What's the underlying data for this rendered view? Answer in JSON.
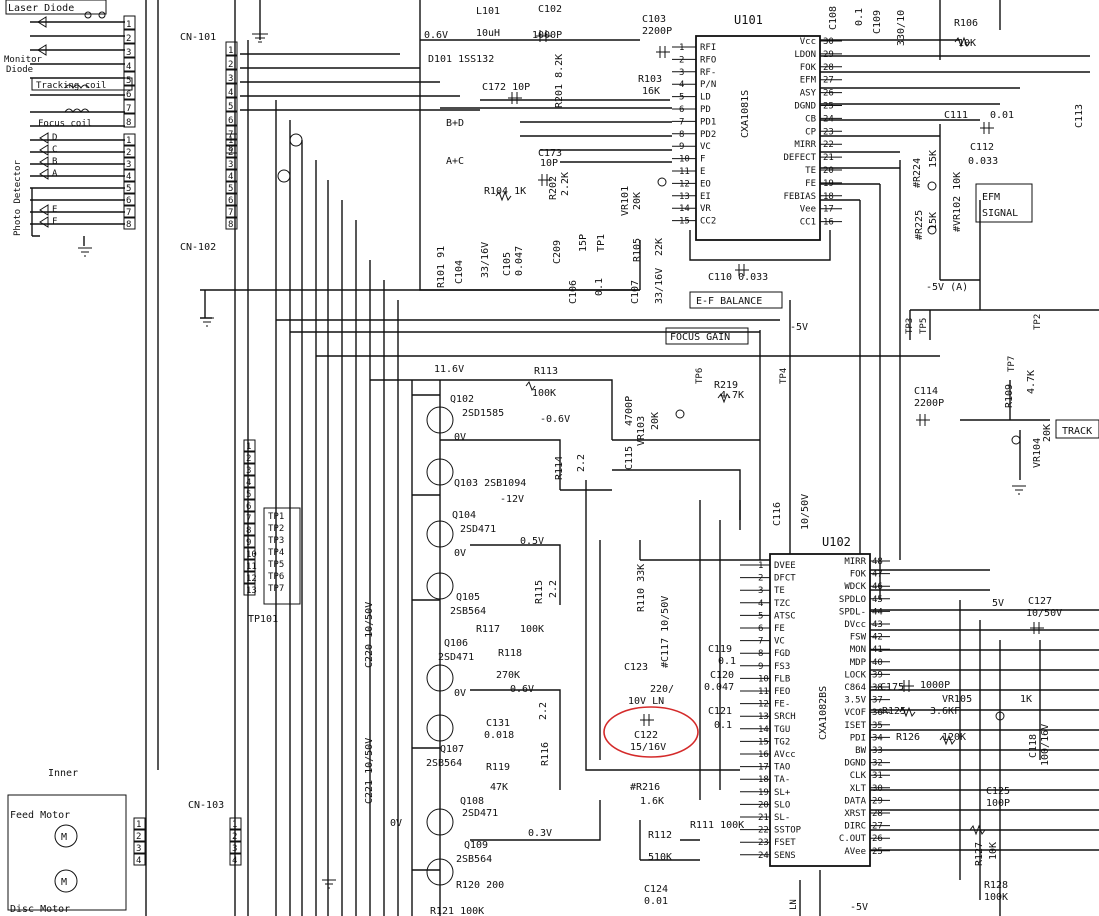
{
  "colors": {
    "ink": "#111111",
    "highlight": "#d42a2a",
    "paper": "#ffffff"
  },
  "left_labels": {
    "laser_diode": "Laser Diode",
    "monitor_diode_1": "Monitor",
    "monitor_diode_2": "Diode",
    "tracking_coil": "Tracking coil",
    "focus_coil": "Focus coil",
    "photo_detector": "Photo Detector",
    "pd_letters": [
      "D",
      "C",
      "B",
      "A",
      "E",
      "F"
    ],
    "inner": "Inner",
    "feed_motor": "Feed Motor",
    "disc_motor": "Disc Motor"
  },
  "connectors": {
    "cn101": "CN-101",
    "cn102": "CN-102",
    "cn103": "CN-103",
    "tp101": "TP101",
    "tp_labels": [
      "TP1",
      "TP2",
      "TP3",
      "TP4",
      "TP5",
      "TP6",
      "TP7"
    ],
    "pins_1_8": [
      "1",
      "2",
      "3",
      "4",
      "5",
      "6",
      "7",
      "8"
    ],
    "pins_1_4": [
      "1",
      "2",
      "3",
      "4"
    ],
    "pins_1_13": [
      "1",
      "2",
      "3",
      "4",
      "5",
      "6",
      "7",
      "8",
      "9",
      "10",
      "11",
      "12",
      "13"
    ]
  },
  "u101": {
    "ref": "U101",
    "part": "CXA1081S",
    "left_pins": [
      {
        "num": "1",
        "name": "RFI"
      },
      {
        "num": "2",
        "name": "RFO"
      },
      {
        "num": "3",
        "name": "RF-"
      },
      {
        "num": "4",
        "name": "P/N"
      },
      {
        "num": "5",
        "name": "LD"
      },
      {
        "num": "6",
        "name": "PD"
      },
      {
        "num": "7",
        "name": "PD1"
      },
      {
        "num": "8",
        "name": "PD2"
      },
      {
        "num": "9",
        "name": "VC"
      },
      {
        "num": "10",
        "name": "F"
      },
      {
        "num": "11",
        "name": "E"
      },
      {
        "num": "12",
        "name": "EO"
      },
      {
        "num": "13",
        "name": "EI"
      },
      {
        "num": "14",
        "name": "VR"
      },
      {
        "num": "15",
        "name": "CC2"
      }
    ],
    "right_pins": [
      {
        "num": "30",
        "name": "Vcc"
      },
      {
        "num": "29",
        "name": "LDON"
      },
      {
        "num": "28",
        "name": "FOK"
      },
      {
        "num": "27",
        "name": "EFM"
      },
      {
        "num": "26",
        "name": "ASY"
      },
      {
        "num": "25",
        "name": "DGND"
      },
      {
        "num": "24",
        "name": "CB"
      },
      {
        "num": "23",
        "name": "CP"
      },
      {
        "num": "22",
        "name": "MIRR"
      },
      {
        "num": "21",
        "name": "DEFECT"
      },
      {
        "num": "20",
        "name": "TE"
      },
      {
        "num": "19",
        "name": "FE"
      },
      {
        "num": "18",
        "name": "FEBIAS"
      },
      {
        "num": "17",
        "name": "Vee"
      },
      {
        "num": "16",
        "name": "CC1"
      }
    ]
  },
  "u102": {
    "ref": "U102",
    "part": "CXA1082BS",
    "left_pins": [
      {
        "num": "1",
        "name": "DVEE"
      },
      {
        "num": "2",
        "name": "DFCT"
      },
      {
        "num": "3",
        "name": "TE"
      },
      {
        "num": "4",
        "name": "TZC"
      },
      {
        "num": "5",
        "name": "ATSC"
      },
      {
        "num": "6",
        "name": "FE"
      },
      {
        "num": "7",
        "name": "VC"
      },
      {
        "num": "8",
        "name": "FGD"
      },
      {
        "num": "9",
        "name": "FS3"
      },
      {
        "num": "10",
        "name": "FLB"
      },
      {
        "num": "11",
        "name": "FEO"
      },
      {
        "num": "12",
        "name": "FE-"
      },
      {
        "num": "13",
        "name": "SRCH"
      },
      {
        "num": "14",
        "name": "TGU"
      },
      {
        "num": "15",
        "name": "TG2"
      },
      {
        "num": "16",
        "name": "AVcc"
      },
      {
        "num": "17",
        "name": "TAO"
      },
      {
        "num": "18",
        "name": "TA-"
      },
      {
        "num": "19",
        "name": "SL+"
      },
      {
        "num": "20",
        "name": "SLO"
      },
      {
        "num": "21",
        "name": "SL-"
      },
      {
        "num": "22",
        "name": "SSTOP"
      },
      {
        "num": "23",
        "name": "FSET"
      },
      {
        "num": "24",
        "name": "SENS"
      }
    ],
    "right_pins": [
      {
        "num": "48",
        "name": "MIRR"
      },
      {
        "num": "47",
        "name": "FOK"
      },
      {
        "num": "46",
        "name": "WDCK"
      },
      {
        "num": "45",
        "name": "SPDLO"
      },
      {
        "num": "44",
        "name": "SPDL-"
      },
      {
        "num": "43",
        "name": "DVcc"
      },
      {
        "num": "42",
        "name": "FSW"
      },
      {
        "num": "41",
        "name": "MON"
      },
      {
        "num": "40",
        "name": "MDP"
      },
      {
        "num": "39",
        "name": "LOCK"
      },
      {
        "num": "38",
        "name": "C864"
      },
      {
        "num": "37",
        "name": "3.5V"
      },
      {
        "num": "36",
        "name": "VCOF"
      },
      {
        "num": "35",
        "name": "ISET"
      },
      {
        "num": "34",
        "name": "PDI"
      },
      {
        "num": "33",
        "name": "BW"
      },
      {
        "num": "32",
        "name": "DGND"
      },
      {
        "num": "31",
        "name": "CLK"
      },
      {
        "num": "30",
        "name": "XLT"
      },
      {
        "num": "29",
        "name": "DATA"
      },
      {
        "num": "28",
        "name": "XRST"
      },
      {
        "num": "27",
        "name": "DIRC"
      },
      {
        "num": "26",
        "name": "C.OUT"
      },
      {
        "num": "25",
        "name": "AVee"
      }
    ]
  },
  "components": {
    "l101": "L101",
    "l101_val": "10uH",
    "c102": "C102",
    "c102_val": "1000P",
    "d101": "D101 1SS132",
    "v06": "0.6V",
    "c103": "C103",
    "c103_val": "2200P",
    "r103": "R103",
    "r103_val": "16K",
    "r201": "R201 8.2K",
    "c172": "C172 10P",
    "bd": "B+D",
    "ac": "A+C",
    "c173": "C173",
    "c173_val": "10P",
    "r104": "R104 1K",
    "r202": "R202",
    "r202_val": "2.2K",
    "vr101": "VR101",
    "vr101_val": "20K",
    "r105": "R105",
    "r105_val": "22K",
    "r101": "R101 91",
    "c104": "C104",
    "c104_val": "33/16V",
    "c105": "C105",
    "c105_val": "0.047",
    "c209": "C209",
    "c209_val": "15P",
    "tp1": "TP1",
    "c106": "C106",
    "c106_val": "0.1",
    "c107": "C107",
    "c107_val": "33/16V",
    "c110": "C110 0.033",
    "ef_balance": "E-F BALANCE",
    "c108": "C108",
    "c108_val": "0.1",
    "c109": "C109",
    "c109_val": "330/10",
    "r106": "R106",
    "r106_val": "10K",
    "c111": "C111",
    "c111_val": "0.01",
    "c112": "C112",
    "c112_val": "0.033",
    "c113": "C113",
    "r224": "#R224",
    "r224_val": "15K",
    "r225": "#R225",
    "r225_val": "15K",
    "vr102": "#VR102 10K",
    "efm_signal_1": "EFM",
    "efm_signal_2": "SIGNAL",
    "m5va": "-5V (A)",
    "focus_gain": "FOCUS GAIN",
    "m5v_a": "-5V",
    "tp3": "TP3",
    "tp5": "TP5",
    "tp2": "TP2",
    "tp4": "TP4",
    "tp6": "TP6",
    "tp7": "TP7",
    "v116": "11.6V",
    "r113": "R113",
    "r113_val": "100K",
    "q102": "Q102",
    "q102_part": "2SD1585",
    "m06v": "-0.6V",
    "v0": "0V",
    "q103": "Q103 2SB1094",
    "m12v": "-12V",
    "r114": "R114",
    "r114_val": "2.2",
    "q104": "Q104",
    "q104_part": "2SD471",
    "v05": "0.5V",
    "q105": "Q105",
    "q105_part": "2SB564",
    "r115": "R115",
    "r115_val": "2.2",
    "c115": "C115",
    "c115_val": "4700P",
    "vr103": "VR103",
    "vr103_val": "20K",
    "r219": "R219",
    "r219_val": "4.7K",
    "c114": "C114",
    "c114_val": "2200P",
    "r109": "R109",
    "r109_val": "4.7K",
    "vr104": "VR104",
    "vr104_val": "20K",
    "track": "TRACK",
    "c116": "C116",
    "c116_val": "10/50V",
    "r110": "R110 33K",
    "c117": "#C117 10/50V",
    "r117": "R117",
    "r117_val": "100K",
    "q106": "Q106",
    "q106_part": "2SD471",
    "r118": "R118",
    "r118_val": "270K",
    "c220": "C220 10/50V",
    "c119": "C119",
    "c119_val": "0.1",
    "c123": "C123",
    "c120": "C120",
    "c120_val": "0.047",
    "c220_ln": "220/",
    "v10ln": "10V LN",
    "c121": "C121",
    "c121_val": "0.1",
    "c122": "C122",
    "c122_val": "15/16V",
    "c131": "C131",
    "c131_val": "0.018",
    "q107": "Q107",
    "q107_part": "2SB564",
    "r116": "R116",
    "r116_val": "2.2",
    "r119": "R119",
    "r119_val": "47K",
    "c221": "C221 10/50V",
    "r216": "#R216",
    "r216_val": "1.6K",
    "q108": "Q108",
    "q108_part": "2SD471",
    "v03": "0.3V",
    "q109": "Q109",
    "q109_part": "2SB564",
    "r120": "R120 200",
    "r121": "R121 100K",
    "r111": "R111 100K",
    "r112": "R112",
    "r112_val": "510K",
    "c124": "C124",
    "c124_val": "0.01",
    "m5v_b": "-5V",
    "v5": "5V",
    "c127": "C127",
    "c127_val": "10/50V",
    "c175": "C175",
    "c175_val": "1000P",
    "vr105": "VR105",
    "vr105_val": "1K",
    "r125": "R125",
    "r125_val": "3.6KF",
    "r126": "R126",
    "r126_val": "120K",
    "c118": "C118",
    "c118_val": "100/16V",
    "c125": "C125",
    "c125_val": "100P",
    "r127": "R127",
    "r127_val": "10K",
    "r128": "R128",
    "r128_val": "100K",
    "ln": "LN"
  }
}
